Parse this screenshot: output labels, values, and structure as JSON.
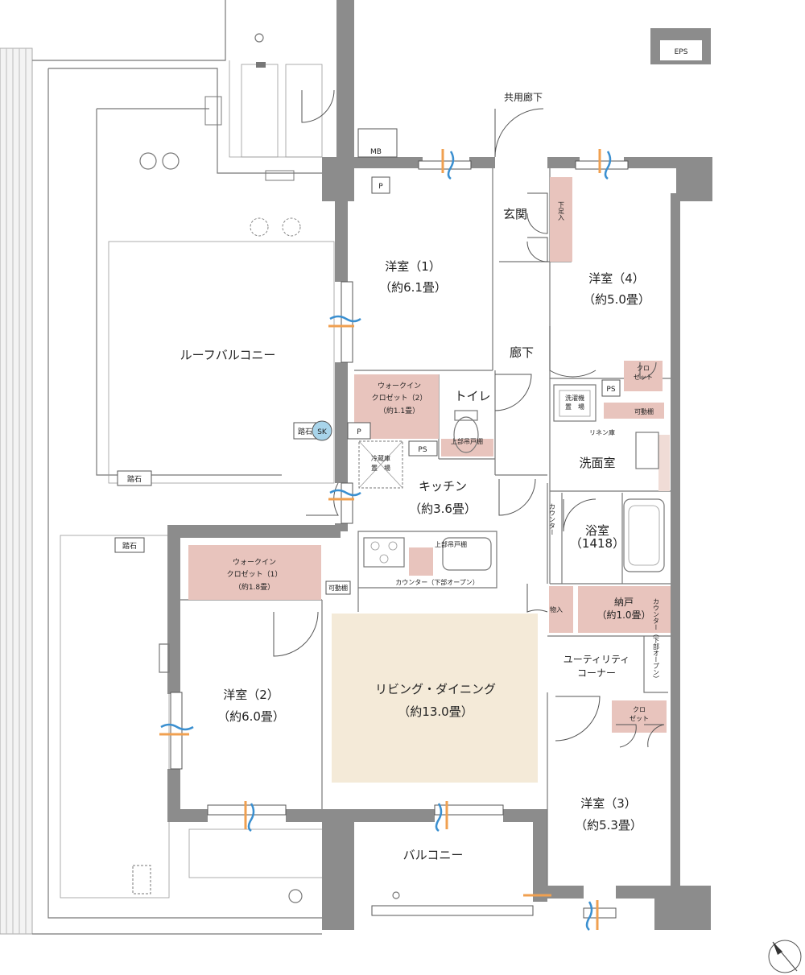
{
  "rooms": {
    "western1": {
      "name": "洋室（1）",
      "size": "（約6.1畳）"
    },
    "western2": {
      "name": "洋室（2）",
      "size": "（約6.0畳）"
    },
    "western3": {
      "name": "洋室（3）",
      "size": "（約5.3畳）"
    },
    "western4": {
      "name": "洋室（4）",
      "size": "（約5.0畳）"
    },
    "living": {
      "name": "リビング・ダイニング",
      "size": "（約13.0畳）"
    },
    "kitchen": {
      "name": "キッチン",
      "size": "（約3.6畳）"
    },
    "bath": {
      "name": "浴室",
      "size": "（1418）"
    },
    "wic1": {
      "line1": "ウォークイン",
      "line2": "クロゼット（1）",
      "size": "（約1.8畳）"
    },
    "wic2": {
      "line1": "ウォークイン",
      "line2": "クロゼット（2）",
      "size": "（約1.1畳）"
    },
    "storeroom": {
      "name": "納戸",
      "size": "（約1.0畳）"
    },
    "utility": {
      "line1": "ユーティリティ",
      "line2": "コーナー"
    }
  },
  "areas": {
    "roof_balcony": "ルーフバルコニー",
    "balcony": "バルコニー",
    "corridor": "廊下",
    "common_corridor": "共用廊下",
    "entrance": "玄関",
    "toilet": "トイレ",
    "washroom": "洗面室"
  },
  "labels": {
    "eps": "EPS",
    "mb": "MB",
    "p1": "P",
    "p2": "P",
    "ps1": "PS",
    "ps2": "PS",
    "sk": "SK",
    "stepstone1": "踏石",
    "stepstone2": "踏石",
    "stepstone3": "踏石",
    "shoe_storage": "下足入",
    "closet_line1": "クロ",
    "closet_line2": "ゼット",
    "movable_shelf1": "可動棚",
    "movable_shelf2": "可動棚",
    "linen_shelf": "リネン庫",
    "washer_line1": "洗濯機",
    "washer_line2": "置　場",
    "fridge_line1": "冷蔵庫",
    "fridge_line2": "置　場",
    "upper_cabinet1": "上部吊戸棚",
    "upper_cabinet2": "上部吊戸棚",
    "counter_kitchen": "カウンター（下部オープン）",
    "counter_bath": "カウンター",
    "counter_utility": "カウンター（下部オープン）",
    "storage_in": "物入",
    "closet2_line1": "クロ",
    "closet2_line2": "ゼット"
  },
  "colors": {
    "wall": "#8c8c8c",
    "storage": "#e8c4bd",
    "living_floor": "#f4ead8",
    "vent_orange": "#f0a050",
    "vent_blue": "#3a8fd0"
  }
}
